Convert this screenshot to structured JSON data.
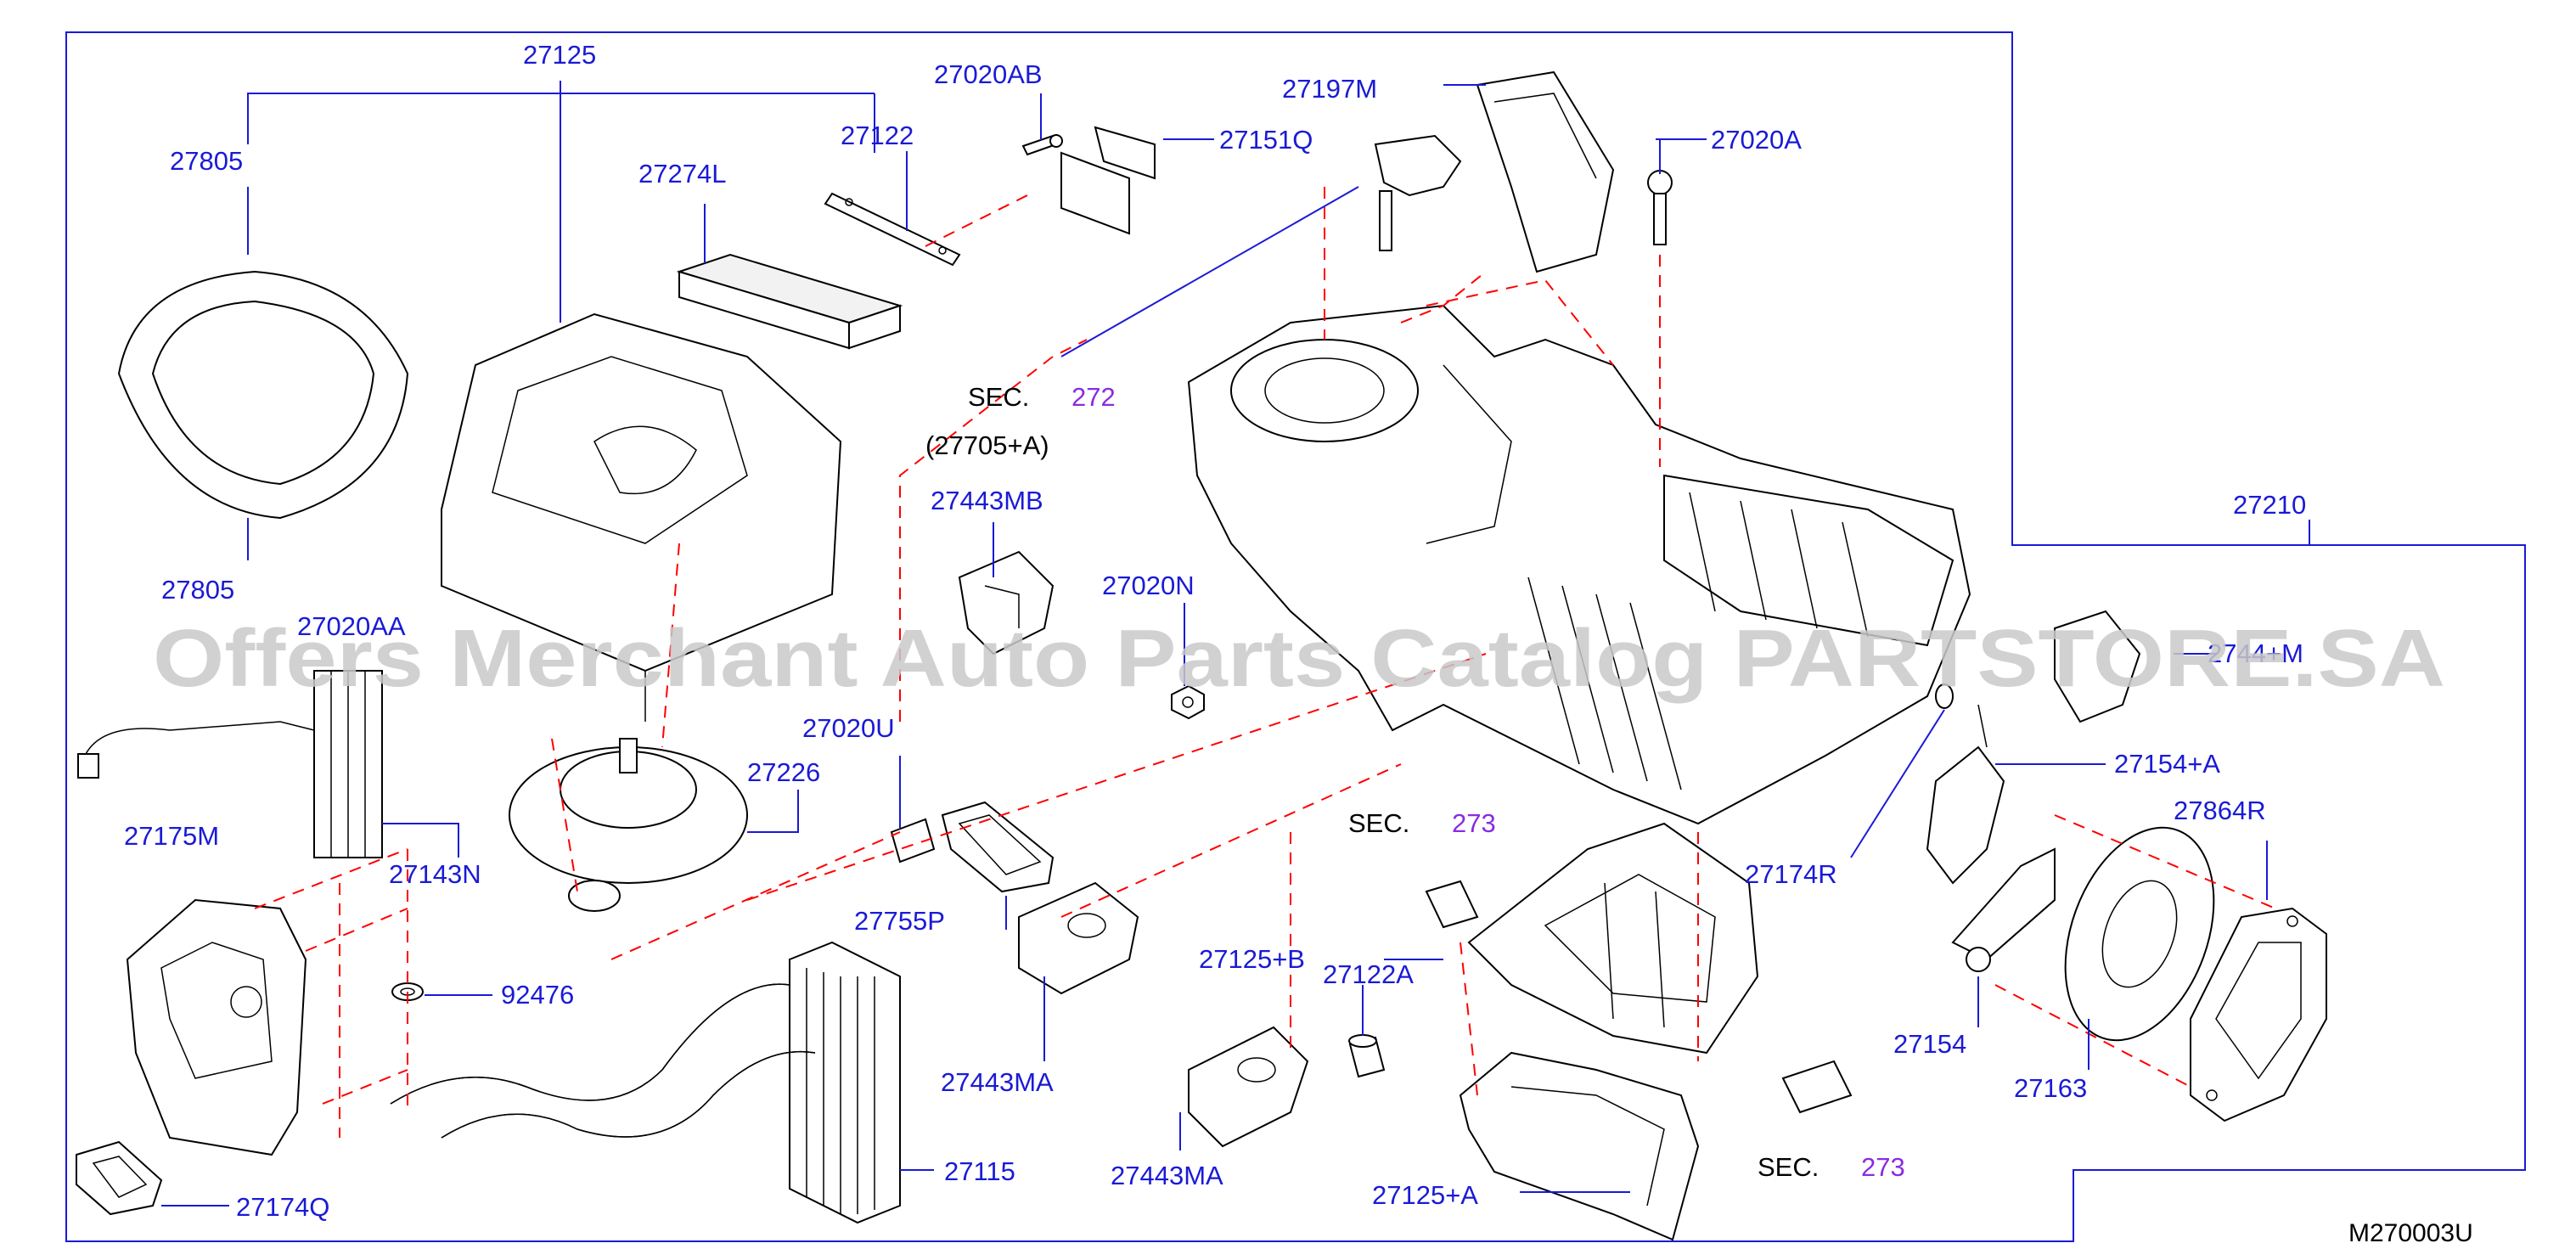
{
  "diagram_code": "M270003U",
  "watermark": "Offers Merchant Auto Parts Catalog PARTSTORE.SA",
  "labels": {
    "p27125_top": "27125",
    "p27805_a": "27805",
    "p27805_b": "27805",
    "p27122": "27122",
    "p27020AB": "27020AB",
    "p27274L": "27274L",
    "p27151Q": "27151Q",
    "p27197M": "27197M",
    "p27020A": "27020A",
    "sec272_prefix": "SEC.",
    "sec272_num": "272",
    "sec272_ref": "(27705+A)",
    "p27443MB": "27443MB",
    "p27020N": "27020N",
    "p27210": "27210",
    "p27020AA": "27020AA",
    "p2744_M": "2744+M",
    "p27020U": "27020U",
    "p27226": "27226",
    "p27154A": "27154+A",
    "p27175M": "27175M",
    "p27143N": "27143N",
    "sec273a_prefix": "SEC.",
    "sec273a_num": "273",
    "p27864R": "27864R",
    "p27174R": "27174R",
    "p27755P": "27755P",
    "p27125B": "27125+B",
    "p92476": "92476",
    "p27122A": "27122A",
    "p27154": "27154",
    "p27443MA_a": "27443MA",
    "p27163": "27163",
    "p27115": "27115",
    "p27443MA_b": "27443MA",
    "sec273b_prefix": "SEC.",
    "sec273b_num": "273",
    "p27174Q": "27174Q",
    "p27125A": "27125+A"
  },
  "colors": {
    "label_blue": "#1a1ad6",
    "leader_blue": "#1a1ad6",
    "dash_red": "#ff0000",
    "section_purple": "#8a2be2",
    "watermark_gray": "#c9c9c9"
  }
}
